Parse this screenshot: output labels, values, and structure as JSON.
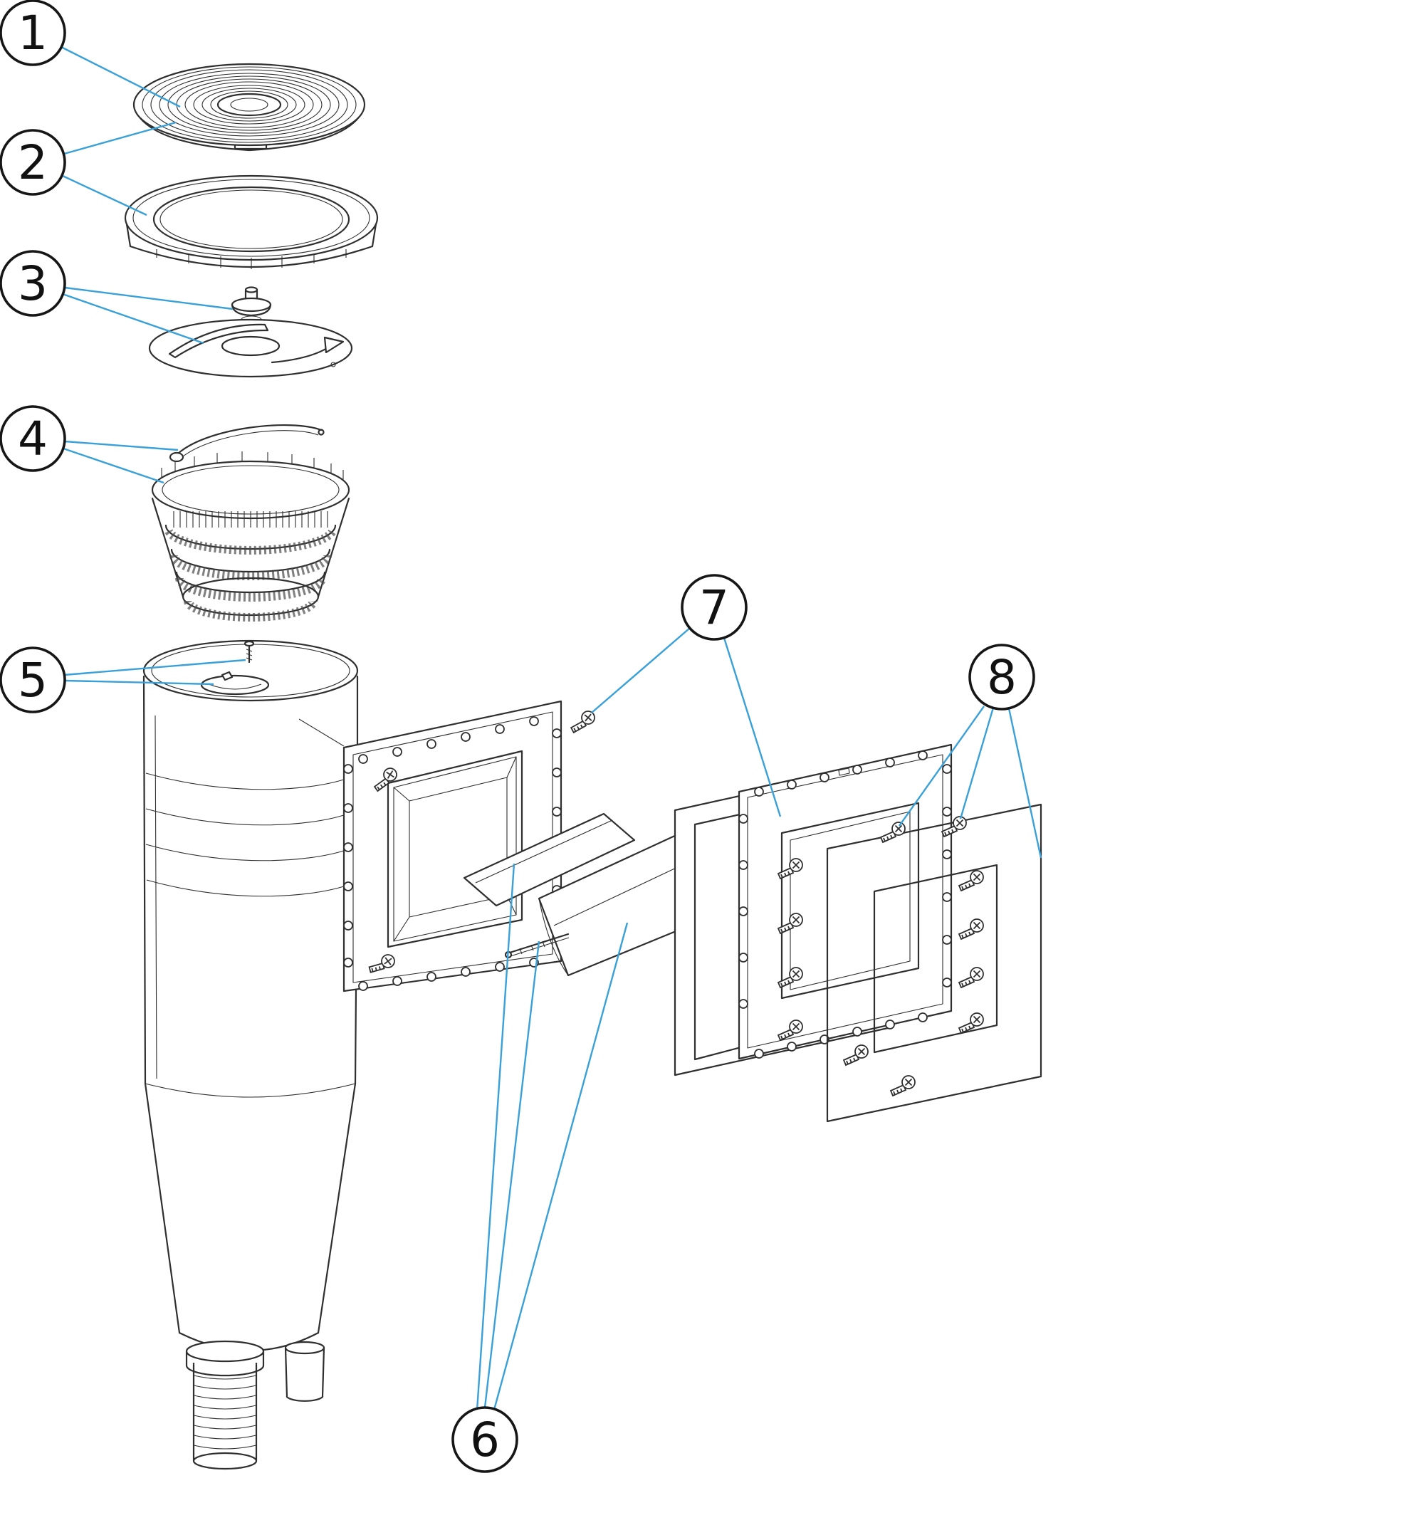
{
  "diagram": {
    "type": "exploded-parts-diagram",
    "subject": "pool-skimmer-assembly",
    "colors": {
      "line": "#2f2f2f",
      "leader": "#3aa0d8",
      "background": "#ffffff"
    },
    "callouts": [
      {
        "number": "1"
      },
      {
        "number": "2"
      },
      {
        "number": "3"
      },
      {
        "number": "4"
      },
      {
        "number": "5"
      },
      {
        "number": "6"
      },
      {
        "number": "7"
      },
      {
        "number": "8"
      }
    ]
  }
}
